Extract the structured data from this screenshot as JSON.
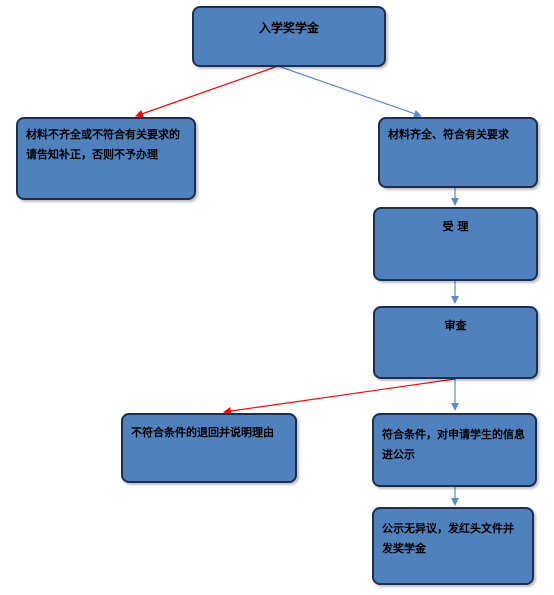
{
  "nodes": {
    "admission": "入学奖学金",
    "incomplete": "材料不齐全或不符合有关要求的请告知补正，否则不予办理",
    "complete": "材料齐全、符合有关要求",
    "accept": "受 理",
    "review": "审查",
    "reject": "不符合条件的退回并说明理由",
    "qualified": "符合条件，对申请学生的信息进公示",
    "award": "公示无异议，发红头文件并发奖学金"
  },
  "colors": {
    "box_fill": "#4f81bd",
    "box_border": "#1c2f4d",
    "arrow_red": "#ff0000",
    "arrow_blue": "#5b8ec9"
  }
}
